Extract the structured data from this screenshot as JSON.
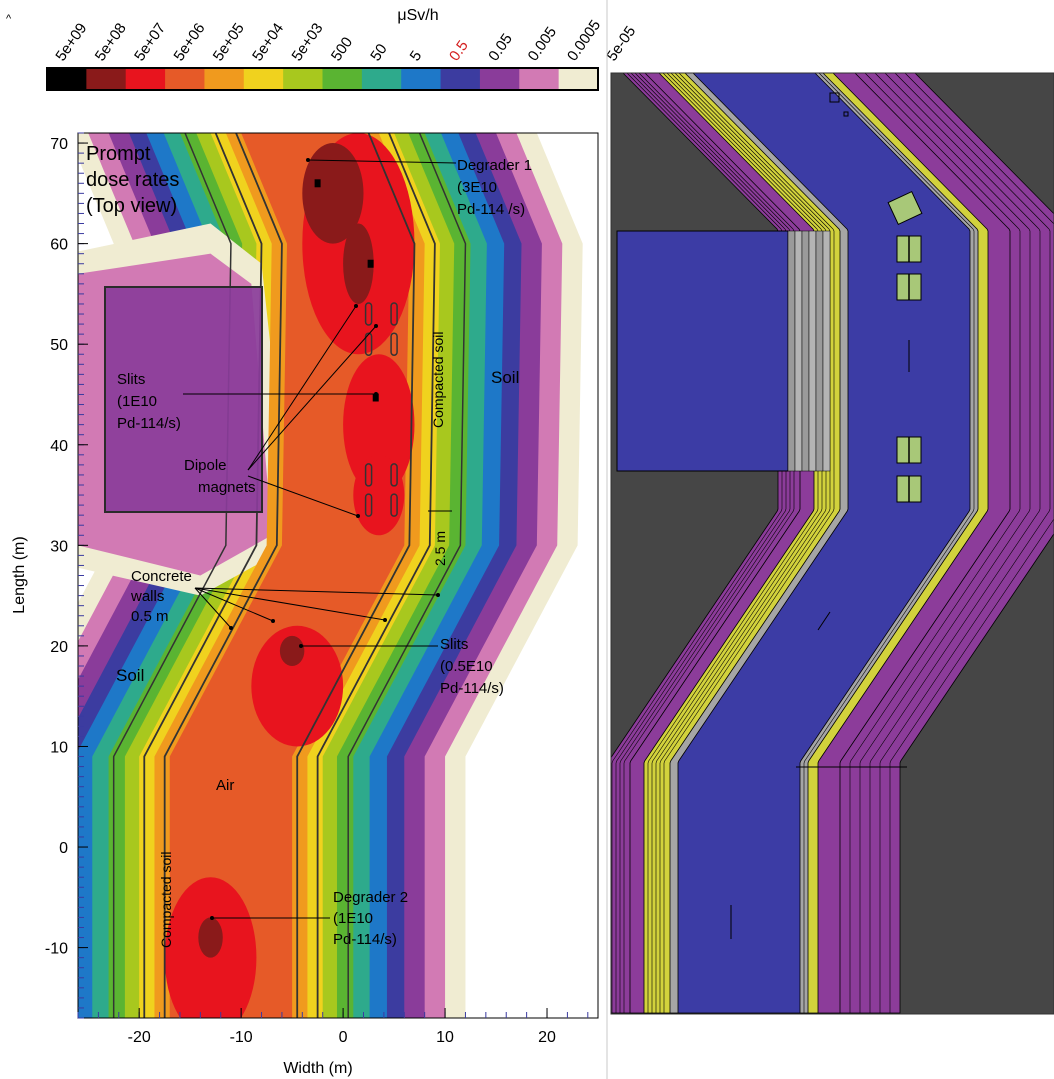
{
  "chart_data": {
    "type": "heatmap",
    "title": "Prompt dose rates (Top view)",
    "title_lines": [
      "Prompt",
      "dose rates",
      "(Top view)"
    ],
    "xlabel": "Width (m)",
    "ylabel": "Length (m)",
    "xlim": [
      -26,
      25
    ],
    "ylim": [
      -17,
      71
    ],
    "xticks": [
      -20,
      -10,
      0,
      10,
      20
    ],
    "yticks": [
      70,
      60,
      50,
      40,
      30,
      20,
      10,
      0,
      -10
    ],
    "colorbar": {
      "unit": "μSv/h",
      "highlight_label": "0.5",
      "highlight_color": "#d42020",
      "labels": [
        "5e+09",
        "5e+08",
        "5e+07",
        "5e+06",
        "5e+05",
        "5e+04",
        "5e+03",
        "500",
        "50",
        "5",
        "0.5",
        "0.05",
        "0.005",
        "0.0005",
        "5e-05"
      ],
      "colors": [
        "#000000",
        "#8a1a1a",
        "#e8141e",
        "#e65a28",
        "#f09a1e",
        "#f0d21e",
        "#a8c81e",
        "#5ab432",
        "#2eaa8c",
        "#1e78c8",
        "#3c3ca0",
        "#8a3c9a",
        "#d27ab4",
        "#f0ecd2"
      ]
    },
    "annotations": [
      {
        "lines": [
          "Degrader 1",
          "(3E10",
          "Pd-114 /s)"
        ]
      },
      {
        "lines": [
          "Slits",
          "(1E10",
          "Pd-114/s)"
        ]
      },
      {
        "lines": [
          "Dipole",
          "magnets"
        ]
      },
      {
        "lines": [
          "Concrete",
          "walls",
          "0.5 m"
        ]
      },
      {
        "lines": [
          "Slits",
          "(0.5E10",
          "Pd-114/s)"
        ]
      },
      {
        "lines": [
          "Degrader 2",
          "(1E10",
          "Pd-114/s)"
        ]
      }
    ],
    "region_labels": {
      "soil_left": "Soil",
      "soil_right": "Soil",
      "air": "Air",
      "compacted_soil_right": "Compacted soil",
      "compacted_soil_left": "Compacted soil",
      "gap": "2.5 m"
    },
    "grid": false
  },
  "geometry_view": {
    "colors": {
      "background": "#464646",
      "tunnel": "#3c3ca5",
      "outer_layer": "#8c3c9a",
      "compacted_soil": "#d2d23c",
      "concrete": "#a5a5a5",
      "magnet": "#a8c878"
    }
  }
}
